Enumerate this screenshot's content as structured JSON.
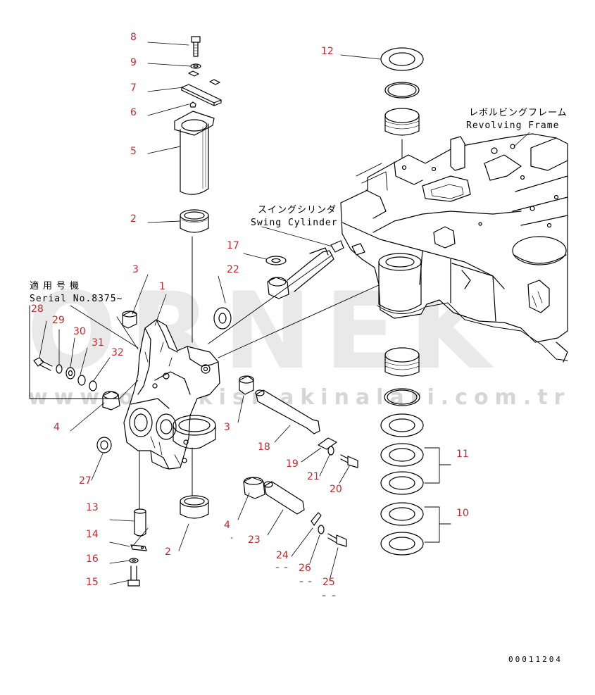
{
  "watermark": {
    "brand": "ORNEK",
    "url": "www.ornekismakinalari.com.tr"
  },
  "labels": {
    "swing_cylinder_jp": "スイングシリンダ",
    "swing_cylinder_en": "Swing Cylinder",
    "revolving_frame_jp": "レボルビングフレーム",
    "revolving_frame_en": "Revolving Frame",
    "serial_jp": "適用号機",
    "serial_en": "Serial No.8375~"
  },
  "drawing_code": "00011204",
  "callouts": {
    "n1": "1",
    "n2a": "2",
    "n2b": "2",
    "n3a": "3",
    "n3b": "3",
    "n4a": "4",
    "n4b": "4",
    "n5": "5",
    "n6": "6",
    "n7": "7",
    "n8": "8",
    "n9": "9",
    "n10": "10",
    "n11": "11",
    "n12": "12",
    "n13": "13",
    "n14": "14",
    "n15": "15",
    "n16": "16",
    "n17": "17",
    "n18": "18",
    "n19": "19",
    "n20": "20",
    "n21": "21",
    "n22": "22",
    "n23": "23",
    "n24": "24",
    "n25": "25",
    "n26": "26",
    "n27": "27",
    "n28": "28",
    "n29": "29",
    "n30": "30",
    "n31": "31",
    "n32": "32"
  }
}
